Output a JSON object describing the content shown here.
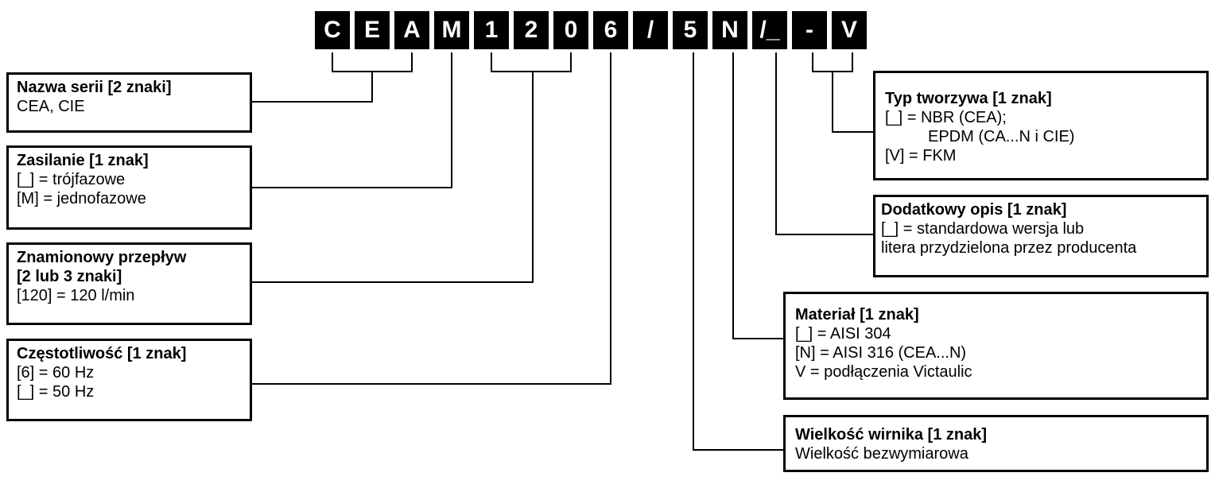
{
  "code_cells": [
    "C",
    "E",
    "A",
    "M",
    "1",
    "2",
    "0",
    "6",
    "/",
    "5",
    "N",
    "/_",
    "-",
    "V"
  ],
  "boxes": {
    "series": {
      "title": "Nazwa serii [2 znaki]",
      "lines": [
        "CEA, CIE"
      ]
    },
    "power": {
      "title": "Zasilanie [1 znak]",
      "lines": [
        "[_] = trójfazowe",
        "[M] = jednofazowe"
      ]
    },
    "flow": {
      "title": "Znamionowy przepływ",
      "title2": "[2 lub 3 znaki]",
      "lines": [
        "[120] = 120 l/min"
      ]
    },
    "frequency": {
      "title": "Częstotliwość [1 znak]",
      "lines": [
        "[6] = 60 Hz",
        "[_] = 50 Hz"
      ]
    },
    "plastic": {
      "title": "Typ tworzywa [1 znak]",
      "lines": [
        "[_] = NBR (CEA);",
        "EPDM (CA...N i CIE)",
        "[V] = FKM"
      ]
    },
    "extra": {
      "title": "Dodatkowy opis [1 znak]",
      "lines": [
        "[_] = standardowa wersja lub",
        "litera przydzielona przez producenta"
      ]
    },
    "material": {
      "title": "Materiał [1 znak]",
      "lines": [
        "[_] = AISI 304",
        "[N] = AISI 316 (CEA...N)",
        "V = podłączenia Victaulic"
      ]
    },
    "impeller": {
      "title": "Wielkość wirnika [1 znak]",
      "lines": [
        "Wielkość bezwymiarowa"
      ]
    }
  }
}
